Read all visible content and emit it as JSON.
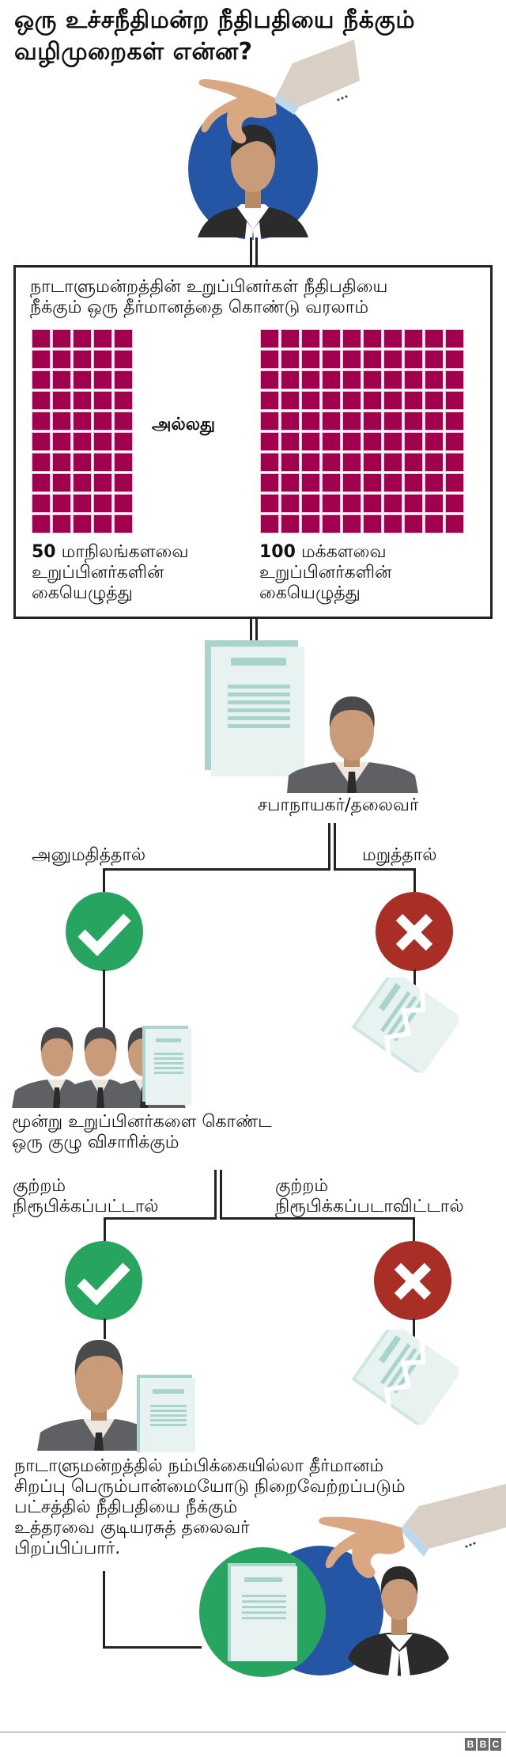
{
  "title": "ஒரு உச்சநீதிமன்ற நீதிபதியை நீக்கும் வழிமுறைகள் என்ன?",
  "colors": {
    "magenta": "#a1004f",
    "blue": "#2556a6",
    "green": "#27a560",
    "red": "#a92e25",
    "line": "#222222",
    "skin": "#c99b78",
    "suit": "#5e6063",
    "paper": "#e8f3f1",
    "paper_line": "#a9d4cd"
  },
  "step1": {
    "text_line1": "நாடாளுமன்றத்தின் உறுப்பினர்கள் நீதிபதியை",
    "text_line2": "நீக்கும் ஒரு தீர்மானத்தை கொண்டு வரலாம்",
    "or_label": "அல்லது",
    "option_left": {
      "count": 50,
      "count_label": "50",
      "line1": "மாநிலங்களவை",
      "line2": "உறுப்பினர்களின்",
      "line3": "கையெழுத்து",
      "grid_columns": 5,
      "grid_rows": 10
    },
    "option_right": {
      "count": 100,
      "count_label": "100",
      "line1": "மக்களவை",
      "line2": "உறுப்பினர்களின்",
      "line3": "கையெழுத்து",
      "grid_columns": 10,
      "grid_rows": 10
    }
  },
  "step2": {
    "speaker_label": "சபாநாயகர்/தலைவர்",
    "accept_label": "அனுமதித்தால்",
    "reject_label": "மறுத்தால்"
  },
  "step3": {
    "committee_line1": "மூன்று உறுப்பினர்களை கொண்ட",
    "committee_line2": "ஒரு குழு விசாரிக்கும்",
    "proven_line1": "குற்றம்",
    "proven_line2": "நிரூபிக்கப்பட்டால்",
    "not_proven_line1": "குற்றம்",
    "not_proven_line2": "நிரூபிக்கப்படாவிட்டால்"
  },
  "step4": {
    "line1": "நாடாளுமன்றத்தில் நம்பிக்கையில்லா தீர்மானம்",
    "line2": "சிறப்பு பெரும்பான்மையோடு நிறைவேற்றப்படும்",
    "line3": "பட்சத்தில் நீதிபதியை நீக்கும்",
    "line4": "உத்தரவை குடியரசுத் தலைவர்",
    "line5": "பிறப்பிப்பார்."
  },
  "footer": {
    "logo_letters": [
      "B",
      "B",
      "C"
    ]
  }
}
